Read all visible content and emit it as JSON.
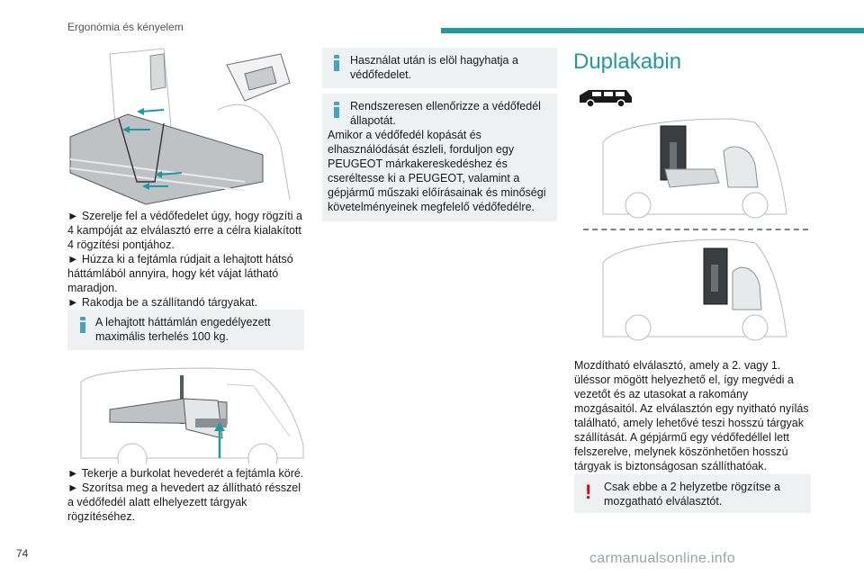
{
  "header": {
    "section_title": "Ergonómia és kényelem"
  },
  "left": {
    "steps_1": [
      "► Szerelje fel a védőfedelet úgy, hogy rögzíti a 4 kampóját az elválasztó erre a célra kialakított 4 rögzítési pontjához.",
      "► Húzza ki a fejtámla rúdjait a lehajtott hátsó háttámlából annyira, hogy két vájat látható maradjon.",
      "► Rakodja be a szállítandó tárgyakat."
    ],
    "info_1": "A lehajtott háttámlán engedélyezett maximális terhelés 100 kg.",
    "steps_2": [
      "► Tekerje a burkolat hevederét a fejtámla köré.",
      "► Szorítsa meg a hevedert az állítható résszel a védőfedél alatt elhelyezett tárgyak rögzítéséhez."
    ]
  },
  "middle": {
    "info_a": "Használat után is elöl hagyhatja a védőfedelet.",
    "info_b_line1": "Rendszeresen ellenőrizze a védőfedél állapotát.",
    "info_b_line2": "Amikor a védőfedél kopását és elhasználódását észleli, forduljon egy PEUGEOT márkakereskedéshez és cseréltesse ki a PEUGEOT, valamint a gépjármű műszaki előírásainak és minőségi követelményeinek megfelelő védőfedélre."
  },
  "right": {
    "title": "Duplakabin",
    "body": "Mozdítható elválasztó, amely a 2. vagy 1. üléssor mögött helyezhető el, így megvédi a vezetőt és az utasokat a rakomány mozgásaitól. Az elválasztón egy nyitható nyílás található, amely lehetővé teszi hosszú tárgyak szállítását. A gépjármű egy védőfedéllel lett felszerelve, melynek köszönhetően hosszú tárgyak is biztonságosan szállíthatóak.",
    "warning": "Csak ebbe a 2 helyzetbe rögzítse a mozgatható elválasztót."
  },
  "footer": {
    "page_number": "74",
    "watermark": "carmanualsonline.info"
  },
  "colors": {
    "accent": "#1e9aa1",
    "info_icon": "#3da6c0",
    "warning_icon": "#e2001a",
    "box_bg": "#eef0f1"
  },
  "icons": [
    "info-icon",
    "warning-icon",
    "car-silhouette-icon",
    "arrow-icon"
  ]
}
